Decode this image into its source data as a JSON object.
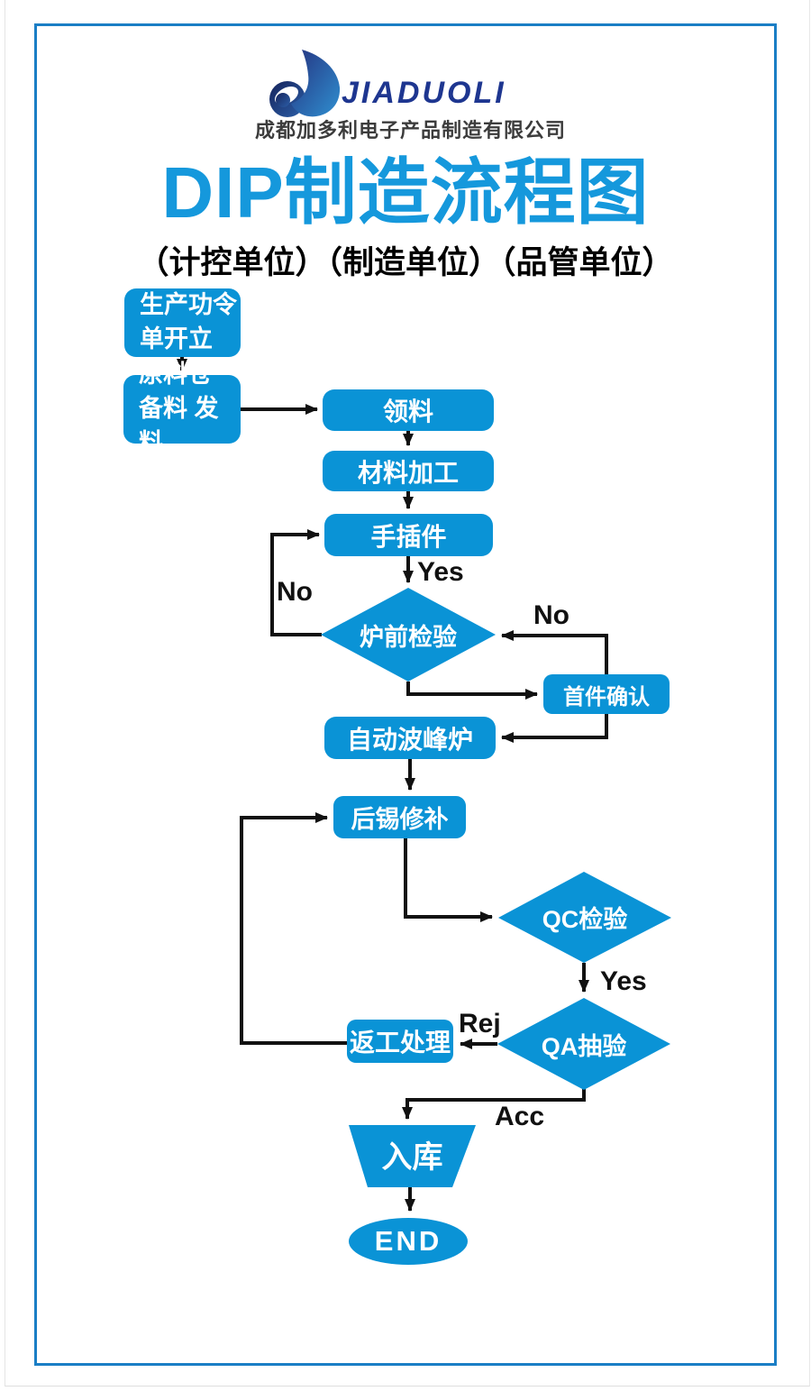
{
  "brand": {
    "wordmark": "JIADUOLI",
    "company_name": "成都加多利电子产品制造有限公司"
  },
  "header": {
    "title": "DIP制造流程图",
    "subtitle": "（计控单位）（制造单位）（品管单位）"
  },
  "colors": {
    "shape_blue": "#0a93d6",
    "title_blue": "#1598dc",
    "brand_navy": "#1e3690",
    "border_blue": "#1a7ec5",
    "arrow_black": "#111111",
    "logo_navy_dark": "#1b2a6b",
    "logo_blue_light": "#2f8fd0"
  },
  "flow": {
    "production_order": {
      "line1": "生产功令",
      "line2": "单开立"
    },
    "material_prep": {
      "line1": "原料仓",
      "line2": "备料 发料"
    },
    "pick_material": {
      "label": "领料"
    },
    "material_processing": {
      "label": "材料加工"
    },
    "hand_insert": {
      "label": "手插件"
    },
    "pre_furnace_inspection": {
      "label": "炉前检验"
    },
    "first_article_confirm": {
      "label": "首件确认"
    },
    "wave_solder": {
      "label": "自动波峰炉"
    },
    "solder_touch_up": {
      "label": "后锡修补"
    },
    "qc_inspection": {
      "label": "QC检验"
    },
    "qa_sampling": {
      "label": "QA抽验"
    },
    "rework": {
      "label": "返工处理"
    },
    "warehouse": {
      "label": "入库"
    },
    "end": {
      "label": "END"
    }
  },
  "edge_labels": {
    "yes_to_pre_furnace": "Yes",
    "no_back_to_hand_insert": "No",
    "no_back_to_pre_furnace": "No",
    "yes_to_qa": "Yes",
    "rej": "Rej",
    "acc": "Acc"
  }
}
